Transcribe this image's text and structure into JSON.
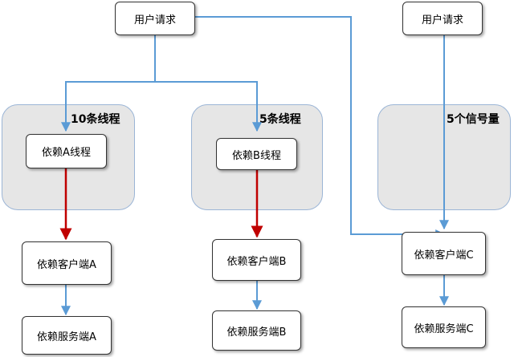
{
  "nodes": {
    "user_request_1": "用户请求",
    "user_request_2": "用户请求",
    "depend_thread_a": "依赖A线程",
    "depend_thread_b": "依赖B线程",
    "client_a": "依赖客户端A",
    "client_b": "依赖客户端B",
    "client_c": "依赖客户端C",
    "server_a": "依赖服务端A",
    "server_b": "依赖服务端B",
    "server_c": "依赖服务端C"
  },
  "pools": {
    "pool_a": "10条线程",
    "pool_b": "5条线程",
    "pool_c": "5个信号量"
  },
  "colors": {
    "blue_arrow": "#5b9bd5",
    "red_arrow": "#c00000",
    "pool_fill": "#e6e6e6"
  }
}
